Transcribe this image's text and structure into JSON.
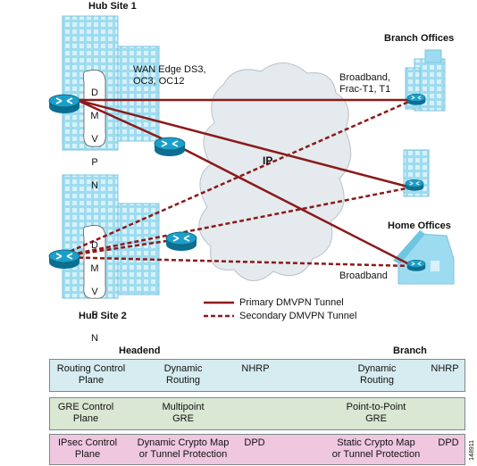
{
  "hub_site_1": {
    "title": "Hub Site 1",
    "dmvpn_letters": [
      "D",
      "M",
      "V",
      "P",
      "N"
    ],
    "wan_edge": "WAN Edge DS3,\nOC3, OC12"
  },
  "hub_site_2": {
    "title": "Hub Site 2",
    "dmvpn_letters": [
      "D",
      "M",
      "V",
      "P",
      "N"
    ]
  },
  "cloud_label": "IP",
  "branch_offices": {
    "title": "Branch Offices",
    "link_label": "Broadband,\nFrac-T1, T1"
  },
  "home_offices": {
    "title": "Home Offices",
    "link_label": "Broadband"
  },
  "legend": {
    "primary": "Primary DMVPN Tunnel",
    "secondary": "Secondary DMVPN Tunnel"
  },
  "table": {
    "headend_header": "Headend",
    "branch_header": "Branch",
    "rows": [
      {
        "c1": "Routing Control\nPlane",
        "c2": "Dynamic\nRouting",
        "c3": "NHRP",
        "c4": "Dynamic\nRouting",
        "c5": "NHRP"
      },
      {
        "c1": "GRE Control\nPlane",
        "c2": "Multipoint\nGRE",
        "c3": "",
        "c4": "Point-to-Point\nGRE",
        "c5": ""
      },
      {
        "c1": "IPsec Control\nPlane",
        "c2": "Dynamic Crypto Map\nor Tunnel Protection",
        "c3": "DPD",
        "c4": "Static Crypto Map\nor Tunnel Protection",
        "c5": "DPD"
      }
    ]
  },
  "figure_id": "148911",
  "colors": {
    "building": "#9ddcf0",
    "building_windows": "#ffffff",
    "router": "#1590b8",
    "cloud": "#e4eaee",
    "primary_tunnel": "#8b1a1a",
    "row_routing": "#d6ecf0",
    "row_gre": "#d9e7d3",
    "row_ipsec": "#efc7df"
  }
}
